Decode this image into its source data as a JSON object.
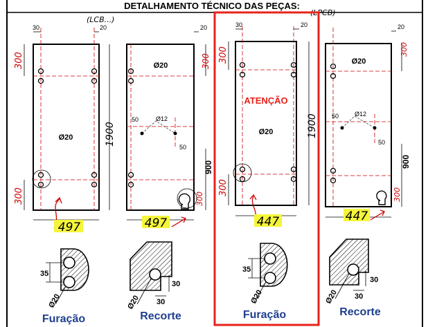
{
  "title": "DETALHAMENTO TÉCNICO DAS PEÇAS:",
  "handwritten_notes": [
    "(LCB...)",
    "(LPCB)"
  ],
  "warning": {
    "text": "ATENÇÃO",
    "color": "#e8221a"
  },
  "highlight_color": "#f5f53a",
  "panels": [
    {
      "top_margin_left": "30",
      "top_margin_right": "20",
      "height_top": "300",
      "height_bottom": "300",
      "hole_label": "Ø20",
      "total_height": "1900",
      "width": "497"
    },
    {
      "top_margin_right": "20",
      "hole_label": "Ø20",
      "height_top": "300",
      "small_hole": "Ø12",
      "offset_1": "50",
      "offset_2": "50",
      "height_900": "900",
      "height_bottom": "300",
      "width": "497"
    },
    {
      "top_margin_left": "30",
      "top_margin_right": "20",
      "height_top": "300",
      "height_bottom": "300",
      "hole_label": "Ø20",
      "total_height": "1900",
      "width": "447"
    },
    {
      "top_margin_right": "20",
      "hole_label": "Ø20",
      "height_top": "300",
      "small_hole": "Ø12",
      "offset_1": "50",
      "offset_2": "50",
      "height_900": "900",
      "height_bottom": "300",
      "width": "447"
    }
  ],
  "details": [
    {
      "label": "Furação",
      "dim_spacing": "35",
      "dim_diameter": "Ø20"
    },
    {
      "label": "Recorte",
      "dim_a": "30",
      "dim_b": "30",
      "dim_diameter": "Ø20"
    },
    {
      "label": "Furação",
      "dim_spacing": "35",
      "dim_diameter": "Ø20"
    },
    {
      "label": "Recorte",
      "dim_a": "30",
      "dim_b": "30",
      "dim_diameter": "Ø20"
    }
  ]
}
